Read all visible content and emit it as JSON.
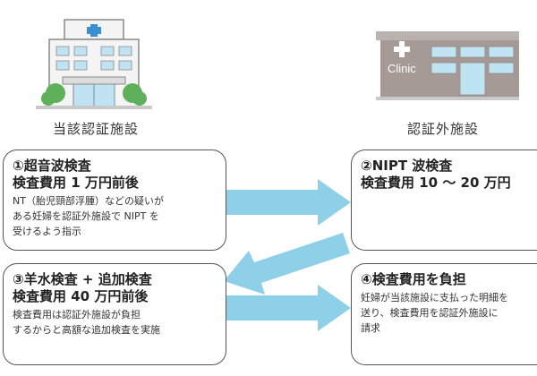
{
  "facilities": {
    "left_label": "当該認証施設",
    "right_label": "認証外施設",
    "clinic_sign": "Clinic"
  },
  "steps": [
    {
      "title_lines": [
        "①超音波検査",
        "検査費用 1 万円前後"
      ],
      "body_lines": [
        "NT（胎児頸部浮腫）などの疑いが",
        "ある妊婦を認証外施設で NIPT を",
        "受けるよう指示"
      ]
    },
    {
      "title_lines": [
        "②NIPT 波検査",
        "検査費用 10 〜 20 万円"
      ],
      "body_lines": []
    },
    {
      "title_lines": [
        "③羊水検査 + 追加検査",
        "検査費用 40 万円前後"
      ],
      "body_lines": [
        "検査費用は認証外施設が負担",
        "するからと高額な追加検査を実施"
      ]
    },
    {
      "title_lines": [
        "④検査費用を負担"
      ],
      "body_lines": [
        "妊婦が当該施設に支払った明細を",
        "送り、検査費用を認証外施設に",
        "請求"
      ]
    }
  ],
  "colors": {
    "arrow": "#8ed0e8",
    "box_border": "#555555",
    "hospital_body": "#f4f4f4",
    "hospital_outline": "#8a8a8a",
    "hospital_cross": "#3a8fd0",
    "window": "#bfe3f3",
    "tree": "#5fb05a",
    "clinic_body": "#a69a96",
    "clinic_top": "#b9b2af"
  },
  "icons": [
    "hospital-icon",
    "clinic-icon"
  ]
}
